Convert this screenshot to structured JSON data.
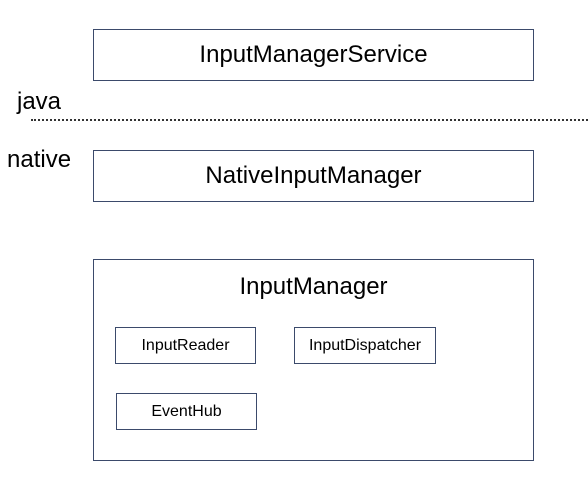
{
  "layers": {
    "java_label": "java",
    "native_label": "native"
  },
  "boxes": {
    "input_manager_service": "InputManagerService",
    "native_input_manager": "NativeInputManager",
    "input_manager": {
      "title": "InputManager",
      "input_reader": "InputReader",
      "input_dispatcher": "InputDispatcher",
      "event_hub": "EventHub"
    }
  },
  "colors": {
    "box_border": "#3b4a6b",
    "divider": "#333333",
    "background": "#ffffff",
    "text": "#000000"
  }
}
